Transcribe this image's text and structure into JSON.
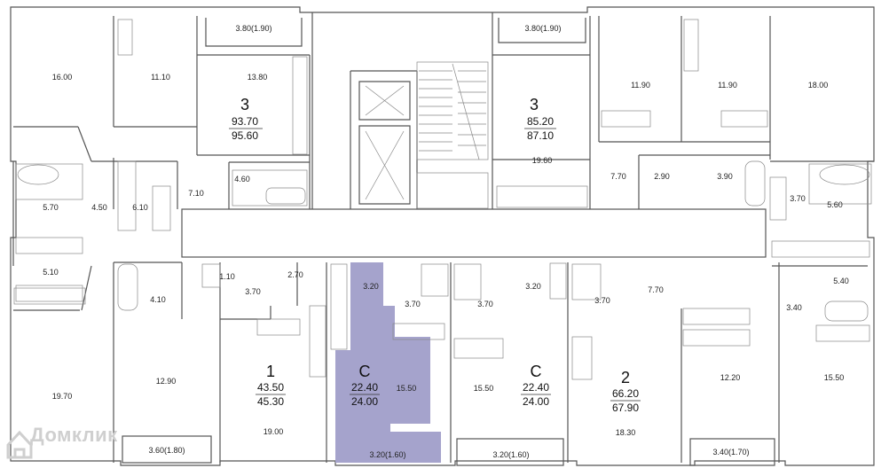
{
  "watermark": {
    "text": "Домклик"
  },
  "colors": {
    "highlight": "#a5a3cc",
    "wall": "#555555",
    "background": "#ffffff"
  },
  "icons": [
    "house-icon",
    "bathtub-icon",
    "stair-icon",
    "elevator-icon",
    "kitchen-stove-icon",
    "toilet-icon",
    "sink-icon",
    "wardrobe-icon"
  ],
  "apartments": {
    "apt3_left": {
      "type": "3",
      "area_living": "93.70",
      "area_total": "95.60"
    },
    "apt3_right": {
      "type": "3",
      "area_living": "85.20",
      "area_total": "87.10"
    },
    "apt1": {
      "type": "1",
      "area_living": "43.50",
      "area_total": "45.30"
    },
    "aptC_sel": {
      "type": "C",
      "area_living": "22.40",
      "area_total": "24.00"
    },
    "aptC_2": {
      "type": "C",
      "area_living": "22.40",
      "area_total": "24.00"
    },
    "apt2": {
      "type": "2",
      "area_living": "66.20",
      "area_total": "67.90"
    }
  },
  "rooms": {
    "r_16_00": "16.00",
    "r_11_10": "11.10",
    "r_3_80a": "3.80(1.90)",
    "r_13_80": "13.80",
    "r_3_80b": "3.80(1.90)",
    "r_11_90a": "11.90",
    "r_11_90b": "11.90",
    "r_18_00": "18.00",
    "r_19_60": "19.60",
    "r_4_60": "4.60",
    "r_7_10": "7.10",
    "r_6_10": "6.10",
    "r_4_50": "4.50",
    "r_5_70": "5.70",
    "r_5_10": "5.10",
    "r_7_70a": "7.70",
    "r_2_90": "2.90",
    "r_3_90": "3.90",
    "r_3_70a": "3.70",
    "r_5_60": "5.60",
    "r_4_10": "4.10",
    "r_1_10": "1.10",
    "r_3_70b": "3.70",
    "r_2_70": "2.70",
    "r_3_20a": "3.20",
    "r_3_70c": "3.70",
    "r_3_70d": "3.70",
    "r_3_20b": "3.20",
    "r_3_70e": "3.70",
    "r_7_70b": "7.70",
    "r_5_40": "5.40",
    "r_3_40": "3.40",
    "r_19_70": "19.70",
    "r_12_90": "12.90",
    "r_19_00": "19.00",
    "r_15_50a": "15.50",
    "r_15_50b": "15.50",
    "r_18_30": "18.30",
    "r_12_20": "12.20",
    "r_15_50c": "15.50",
    "r_3_60": "3.60(1.80)",
    "r_3_20c": "3.20(1.60)",
    "r_3_20d": "3.20(1.60)",
    "r_3_40b": "3.40(1.70)"
  }
}
